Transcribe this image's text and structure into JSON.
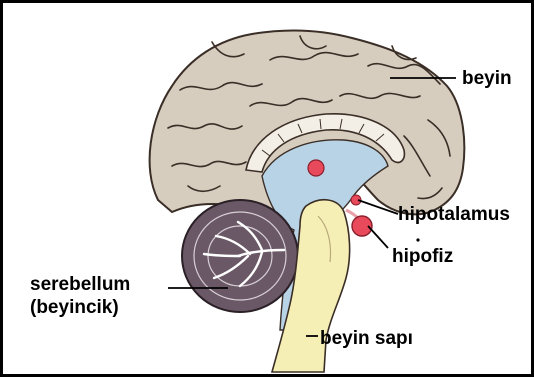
{
  "labels": {
    "brain": "beyin",
    "hypothalamus": "hipotalamus",
    "pituitary": "hipofiz",
    "cerebellum_line1": "serebellum",
    "cerebellum_line2": "(beyincik)",
    "brainstem": "beyin sapı"
  },
  "colors": {
    "cortex": "#d7cdbf",
    "cortex_outline": "#3a2e26",
    "ventricle": "#b9d3e6",
    "cerebellum": "#6a5866",
    "brainstem": "#f5efb6",
    "gland": "#e84a5c",
    "leader": "#000000"
  }
}
